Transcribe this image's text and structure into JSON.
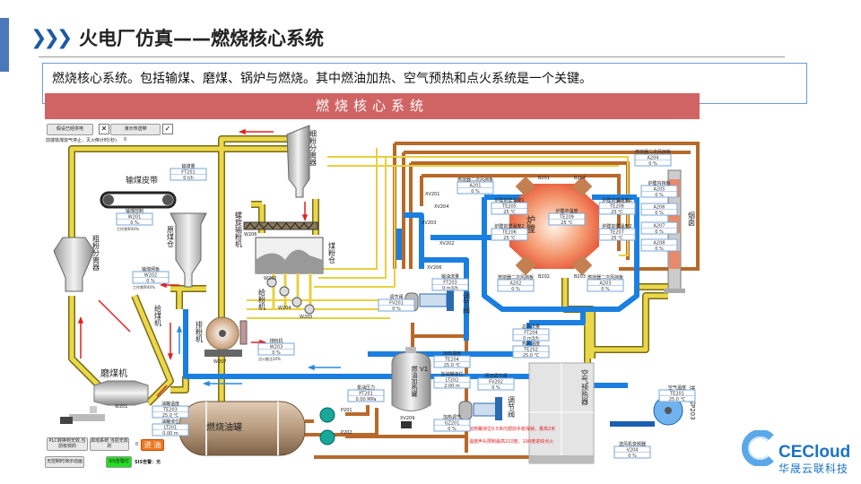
{
  "header": {
    "title": "火电厂仿真——燃烧核心系统",
    "description": "燃烧核心系统。包括输煤、磨煤、锅炉与燃烧。其中燃油加热、空气预热和点火系统是一个关键。",
    "banner": "燃烧核心系统"
  },
  "controls": {
    "power_button": "假设已经供电",
    "power_check": "✕",
    "belt_button": "演示传送带",
    "belt_check": "✓",
    "countdown": "前端铁煤烧气停止，灭火倒计时(秒)",
    "countdown_value": "0",
    "plc_button": "PLC转换到无效,当前有效的",
    "start_button": "启动系统 当前无效的",
    "zero": "0",
    "oil_in_button": "进 油",
    "demo_button": "无控制时演示动画",
    "sis_lamp": "SIS告警灯",
    "sis_status": "SIS告警：无"
  },
  "labels": {
    "belt": "输煤皮带",
    "raw_bin": "原煤仓",
    "coarse_sep": "粗粉分离器",
    "fine_sep": "细粉分离器",
    "screw": "螺旋输粉机",
    "screw_tag": "W206",
    "coal_bin": "煤粉仓",
    "feeder": "给粉机",
    "feeder_tags": [
      "W202",
      "W204",
      "W205"
    ],
    "coal_feeder": "给煤机",
    "mill": "磨煤机",
    "mill_tag": "W201",
    "exhaust_fan": "排粉机",
    "exhaust_tag": "W207",
    "furnace": "炉膛",
    "chimney": "烟囱",
    "oil_tank": "燃烧油罐",
    "heater": "燃油加热罐",
    "heater_v": "V1",
    "heater_valve": "XV209",
    "pumps": [
      "P201",
      "P202"
    ],
    "valve1": "调节阀",
    "valve2": "调节阀",
    "preheater": "空气预热器",
    "blower": "送风机P203",
    "burners": [
      "B201",
      "B204",
      "B202",
      "B203"
    ],
    "xv": [
      "XV201",
      "XV204",
      "XV203",
      "XV202",
      "XV206"
    ],
    "warn1": "加热罐液位0.5米内部前手稳保锁，量高2米",
    "warn2": "温度声头限制最高210度，190度进收点火"
  },
  "instruments": [
    {
      "label": "输煤量",
      "tag": "FT201",
      "value": "0  t/h"
    },
    {
      "label": "输煤控制",
      "tag": "W201",
      "value": "0   %",
      "note": "工作频率40%"
    },
    {
      "label": "输煤闸板",
      "tag": "W202",
      "value": "0   %",
      "note": "工作频率40%"
    },
    {
      "label": "排粉机",
      "tag": "W203",
      "value": "0   %",
      "note": "点火能注20%"
    },
    {
      "label": "油罐温度",
      "tag": "TE203",
      "value": "25.0 ℃"
    },
    {
      "label": "油罐液位",
      "tag": "LT201",
      "value": "0.00  m"
    },
    {
      "label": "泵油压力",
      "tag": "PT201",
      "value": "0.00 MPa"
    },
    {
      "label": "加热温度",
      "tag": "TE204",
      "value": "25.0 ℃"
    },
    {
      "label": "加油罐液位",
      "tag": "LT202",
      "value": "2.00  m"
    },
    {
      "label": "加热调节",
      "tag": "GZ201",
      "value": "0   %"
    },
    {
      "label": "调节阀",
      "tag": "FV201",
      "value": "0   %"
    },
    {
      "label": "回流调节阀",
      "tag": "FV202",
      "value": "0   %"
    },
    {
      "label": "总风流量",
      "tag": "FT204",
      "value": "0  m3/h"
    },
    {
      "label": "热风温度",
      "tag": "TE202",
      "value": "25.0 ℃"
    },
    {
      "label": "空气温度",
      "tag": "TE201",
      "value": "25.0 ℃"
    },
    {
      "label": "送风机变频器",
      "tag": "V204",
      "value": "0   %"
    },
    {
      "label": "输油流量",
      "tag": "FT203",
      "value": "0  m3/h"
    },
    {
      "label": "燃烧器二次风挡板",
      "tag": "A201",
      "value": "0   %"
    },
    {
      "label": "燃烧器二次风挡板",
      "tag": "A202",
      "value": "0   %"
    },
    {
      "label": "燃烧器二次风挡板",
      "tag": "A203",
      "value": "0   %"
    },
    {
      "label": "燃烧器二次风挡板",
      "tag": "A204",
      "value": "0   %"
    },
    {
      "label": "炉膛内挡板",
      "tag": "A205",
      "value": "0   %"
    },
    {
      "label": "",
      "tag": "A206",
      "value": "0   %"
    },
    {
      "label": "",
      "tag": "A207",
      "value": "0   %"
    },
    {
      "label": "",
      "tag": "A208",
      "value": "0   %"
    },
    {
      "label": "炉膛前壁温度1",
      "tag": "TE205",
      "value": "25  ℃"
    },
    {
      "label": "炉膛前壁温度2",
      "tag": "TE206",
      "value": "25  ℃"
    },
    {
      "label": "炉膛前壁温度1",
      "tag": "TE208",
      "value": "25  ℃"
    },
    {
      "label": "炉膛前壁温度2",
      "tag": "TE207",
      "value": "25  ℃"
    },
    {
      "label": "炉膛中温度",
      "tag": "TE209",
      "value": "25  ℃"
    }
  ],
  "logo": {
    "name": "CECloud",
    "company": "华晟云联科技"
  },
  "colors": {
    "accent": "#1c5aa6",
    "banner": "#d06464",
    "coal_pipe": "#e8d040",
    "air_pipe": "#1a7fe0",
    "oil_pipe": "#b8692a",
    "alarm_text": "#e02020",
    "sis_lamp": "#22dd22",
    "oil_button": "#f07820"
  }
}
